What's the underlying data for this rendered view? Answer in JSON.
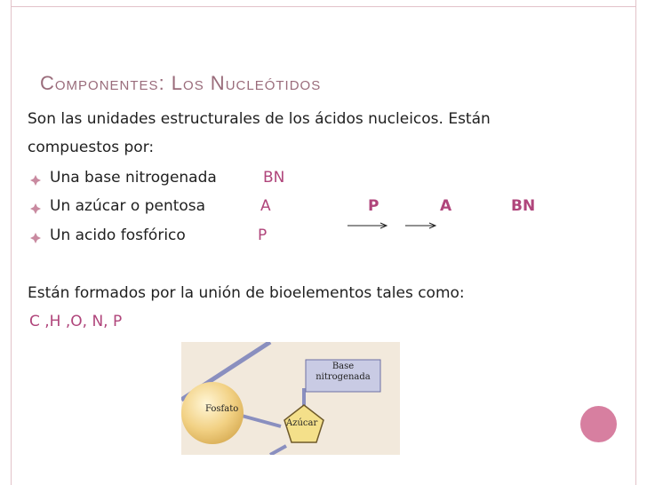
{
  "slide": {
    "title": "Componentes: Los Nucleótidos",
    "intro_line1": "Son las unidades estructurales de los ácidos nucleicos. Están",
    "intro_line2": "compuestos por:",
    "bullets": [
      {
        "text": "Una base nitrogenada",
        "abbr": "BN"
      },
      {
        "text": "Un azúcar o pentosa",
        "abbr": "A"
      },
      {
        "text": "Un acido fosfórico",
        "abbr": "P"
      }
    ],
    "sequence": [
      "P",
      "A",
      "BN"
    ],
    "formed_line": "Están formados por  la unión de bioelementos tales como:",
    "elements_line": "C ,H ,O, N, P"
  },
  "figure": {
    "base_label_1": "Base",
    "base_label_2": "nitrogenada",
    "phosphate_label": "Fosfato",
    "sugar_label": "Azúcar"
  },
  "colors": {
    "accent": "#b0457b",
    "title": "#9a6c7b",
    "border": "#e2c2c9",
    "bullet": "#c98aa0",
    "corner_circle": "#d77fa0"
  }
}
